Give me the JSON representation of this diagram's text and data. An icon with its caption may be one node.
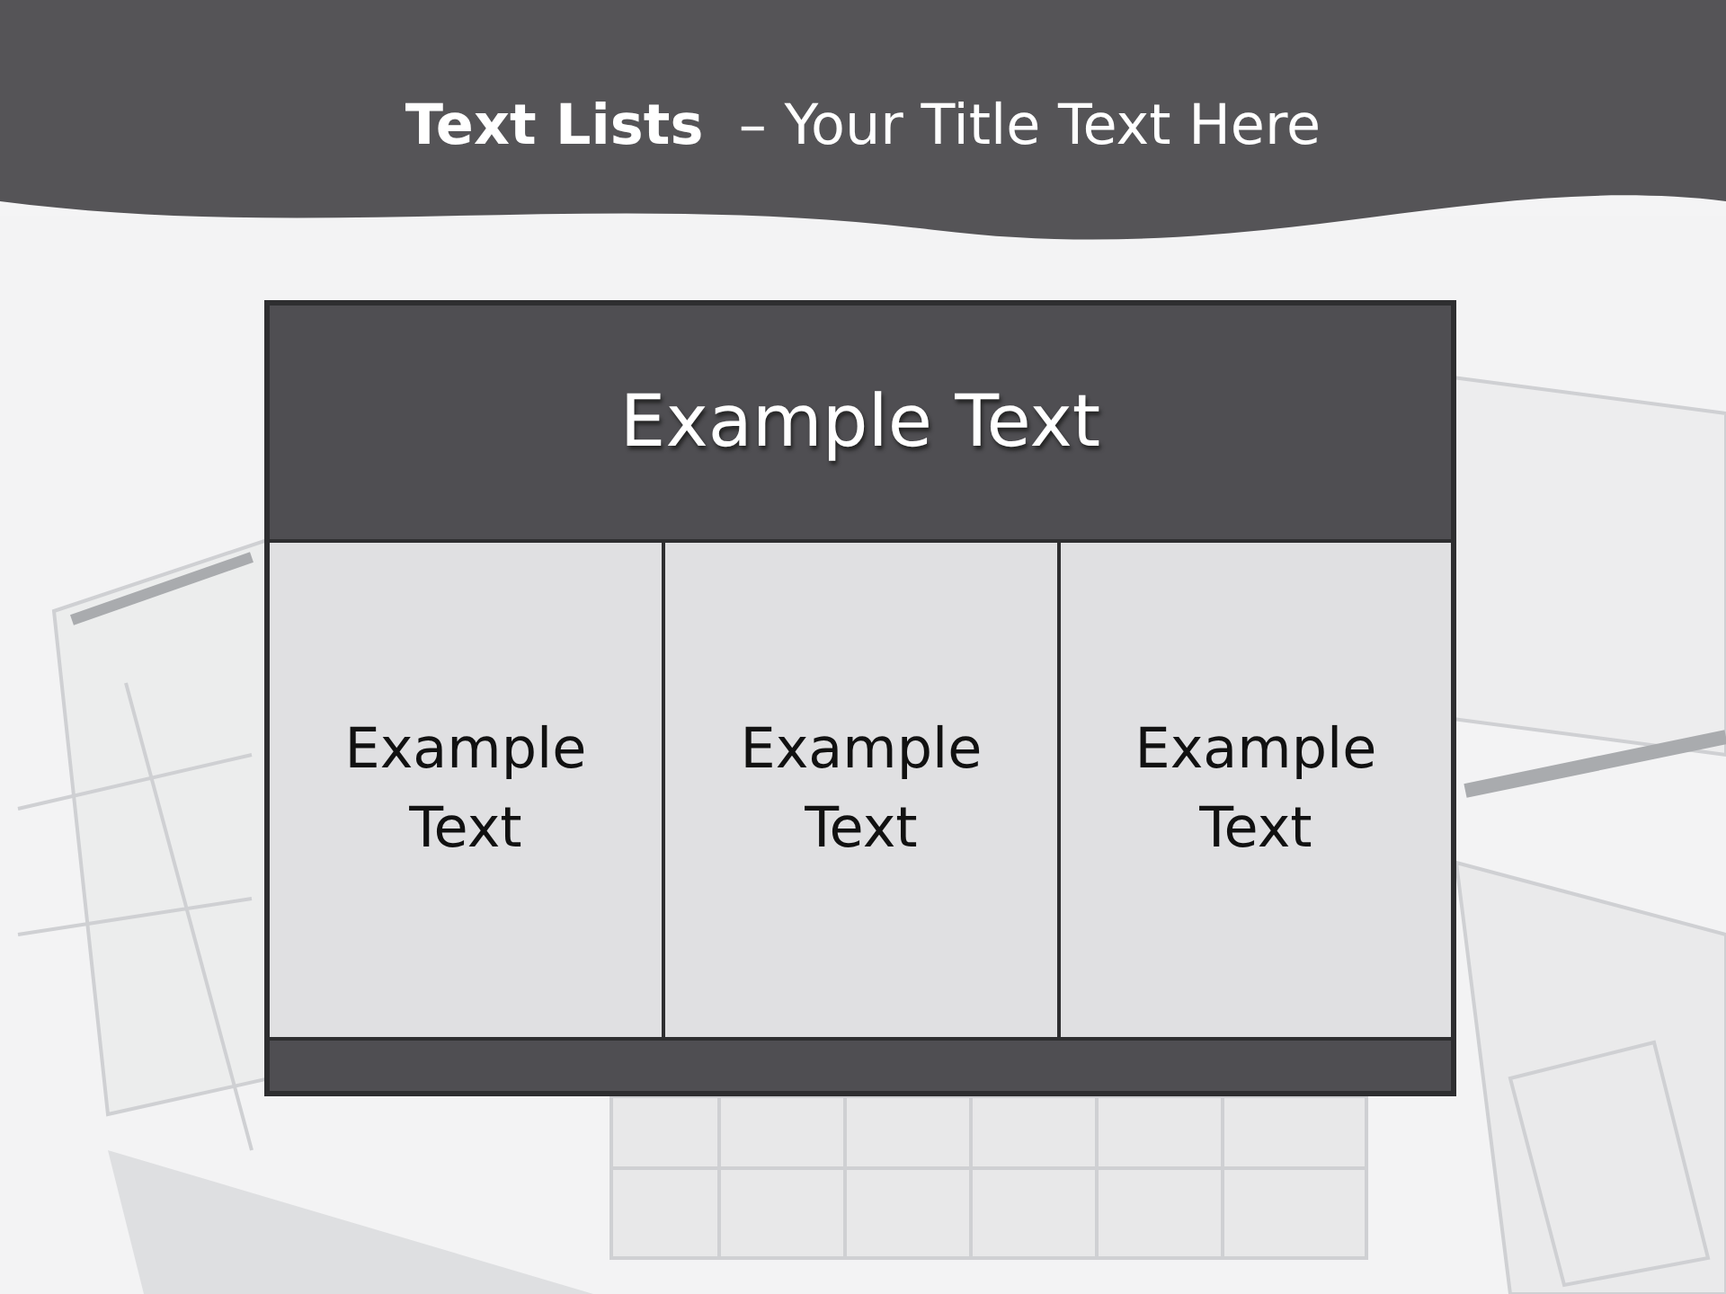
{
  "diagram": {
    "title": "**Text Lists**  – Your Title Text Here",
    "nodes": [
      {
        "text": [
          "Example Text"
        ]
      },
      {
        "text": [
          "Example Text"
        ]
      },
      {
        "text": [
          "Example Text"
        ]
      },
      {
        "text": [
          "Example Text"
        ]
      },
      {
        "text": [],
        "shape": "bar"
      }
    ]
  }
}
